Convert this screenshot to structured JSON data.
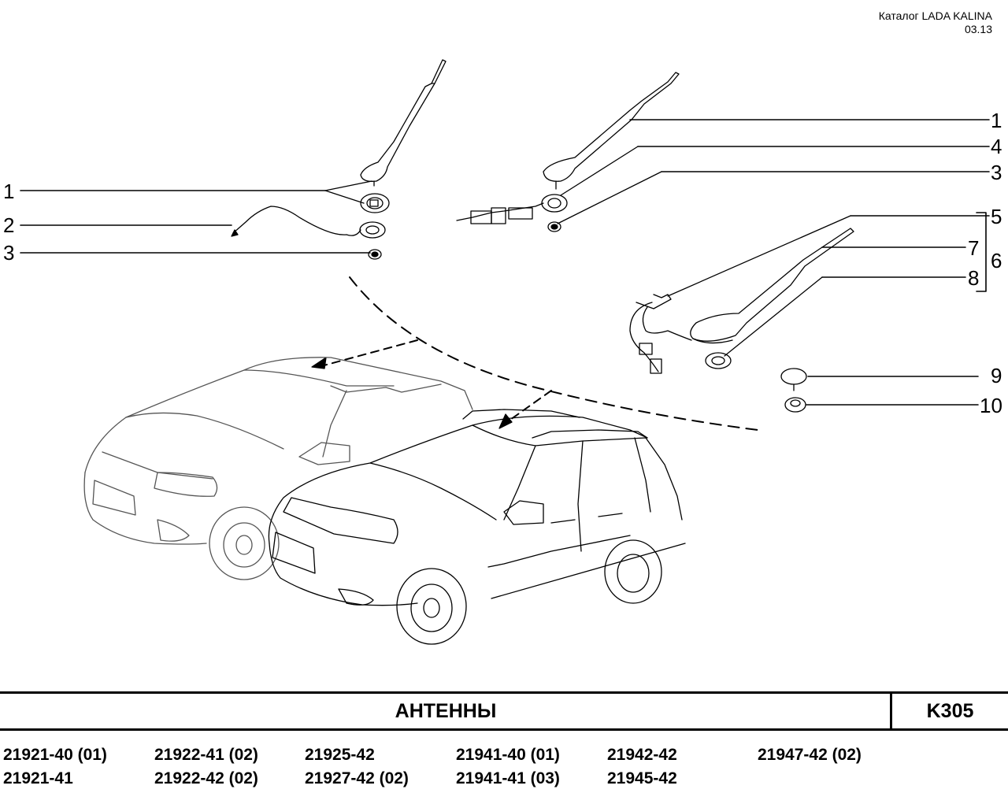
{
  "header": {
    "catalog": "Каталог LADA KALINA",
    "date": "03.13"
  },
  "callouts": {
    "left": [
      "1",
      "2",
      "3"
    ],
    "right": [
      "1",
      "4",
      "3",
      "5",
      "7",
      "6",
      "8",
      "9",
      "10"
    ]
  },
  "title": "АНТЕННЫ",
  "code": "K305",
  "models": [
    [
      "21921-40 (01)",
      "21921-41"
    ],
    [
      "21922-41 (02)",
      "21922-42 (02)"
    ],
    [
      "21925-42",
      "21927-42 (02)"
    ],
    [
      "21941-40 (01)",
      "21941-41 (03)"
    ],
    [
      "21942-42",
      "21945-42"
    ],
    [
      "21947-42 (02)"
    ]
  ]
}
